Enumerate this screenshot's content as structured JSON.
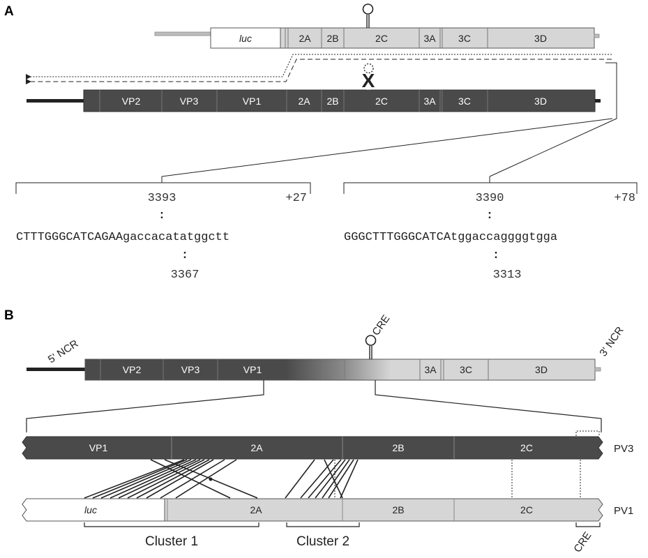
{
  "panelA": {
    "label": "A",
    "replicon": {
      "segments": [
        "luc",
        "2A",
        "2B",
        "2C",
        "3A",
        "3C",
        "3D"
      ]
    },
    "genome": {
      "segments": [
        "VP2",
        "VP3",
        "VP1",
        "2A",
        "2B",
        "2C",
        "3A",
        "3C",
        "3D"
      ]
    },
    "cross_mark": "X",
    "junction_left": {
      "top_left": "3393",
      "top_right": "+27",
      "colon_top": ":",
      "seq_upper": "CTTTGGGCATCAGAA",
      "seq_lower": "gaccacatatggctt",
      "colon_bottom": ":",
      "bottom": "3367"
    },
    "junction_right": {
      "top_left": "3390",
      "top_right": "+78",
      "colon_top": ":",
      "seq_upper": "GGGCTTTGGGCATCA",
      "seq_lower": "tggaccaggggtgga",
      "colon_bottom": ":",
      "bottom": "3313"
    }
  },
  "panelB": {
    "label": "B",
    "ncr5": "5' NCR",
    "ncr3": "3' NCR",
    "cre_top": "CRE",
    "genome": {
      "segments": [
        "VP2",
        "VP3",
        "VP1",
        "3A",
        "3C",
        "3D"
      ]
    },
    "pv3": {
      "name": "PV3",
      "segments": [
        "VP1",
        "2A",
        "2B",
        "2C"
      ]
    },
    "pv1": {
      "name": "PV1",
      "segments": [
        "luc",
        "2A",
        "2B",
        "2C"
      ]
    },
    "cluster1": "Cluster 1",
    "cluster2": "Cluster 2",
    "cre_bottom": "CRE"
  },
  "colors": {
    "dark": "#4a4a4a",
    "light": "#d6d6d6",
    "white": "#ffffff",
    "line": "#222222",
    "dark_text": "#ffffff",
    "light_text": "#222222"
  }
}
